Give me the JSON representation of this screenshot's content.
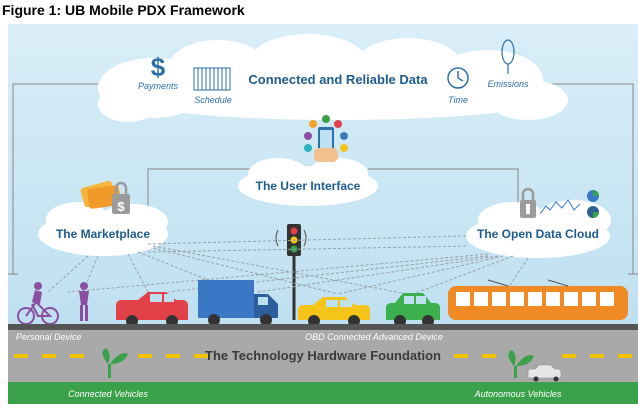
{
  "figure_title": "Figure 1: UB Mobile PDX Framework",
  "top_cloud": {
    "title": "Connected and  Reliable Data",
    "items": [
      "Payments",
      "Schedule",
      "Time",
      "Emissions"
    ]
  },
  "user_interface": "The User Interface",
  "marketplace": "The Marketplace",
  "open_data_cloud": "The Open Data Cloud",
  "road": {
    "personal_device": "Personal Device",
    "obd": "OBD Connected Advanced Device",
    "foundation": "The Technology Hardware Foundation",
    "connected": "Connected Vehicles",
    "autonomous": "Autonomous Vehicles"
  },
  "colors": {
    "sky": "#cfe6f3",
    "cloud": "#ffffff",
    "blue_text": "#1e5c8f",
    "road": "#a9a9a9",
    "lane": "#f5c400",
    "grass": "#3aa14a",
    "bus": "#f08a24",
    "truck": "#3a78c6",
    "red_car": "#e2414a",
    "yellow_car": "#f4c518",
    "green_car": "#3cb04c",
    "cyclist": "#8a4fa0"
  },
  "icons": [
    "dollar-icon",
    "calendar-icon",
    "clock-icon",
    "tree-icon",
    "phone-apps-icon",
    "credit-card-lock-icon",
    "data-lock-charts-icon",
    "traffic-light-icon"
  ]
}
